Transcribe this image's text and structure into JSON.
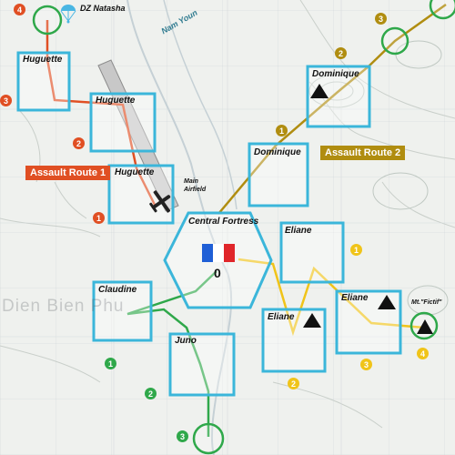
{
  "map": {
    "drop_zone_label": "DZ Natasha",
    "river_label": "Nam Youn",
    "town_label": "Dien Bien Phu",
    "airfield_label": "Main Airfield",
    "mountain_label": "Mt.\"Fictif\""
  },
  "colors": {
    "hex_border": "#3bb6da",
    "route1": "#e04f23",
    "route2": "#b08d10",
    "route_green": "#2fa84a",
    "route_yellow": "#f0c419"
  },
  "routes": {
    "route1_label": "Assault Route 1",
    "route2_label": "Assault Route 2"
  },
  "central": {
    "label": "Central Fortress",
    "score": "0",
    "flag_colors": [
      "#1f5fd6",
      "#ffffff",
      "#e0262a"
    ]
  },
  "strongpoints": [
    {
      "label": "Huguette"
    },
    {
      "label": "Huguette"
    },
    {
      "label": "Huguette"
    },
    {
      "label": "Dominique"
    },
    {
      "label": "Dominique"
    },
    {
      "label": "Eliane"
    },
    {
      "label": "Eliane"
    },
    {
      "label": "Eliane"
    },
    {
      "label": "Claudine"
    },
    {
      "label": "Juno"
    }
  ],
  "steps": {
    "route1": [
      "4",
      "3",
      "2",
      "1"
    ],
    "route2": [
      "3",
      "2",
      "1"
    ],
    "green": [
      "1",
      "2",
      "3"
    ],
    "yellow": [
      "1",
      "2",
      "3",
      "4"
    ]
  },
  "icons": {
    "parachute": "parachute-icon",
    "airplane": "airplane-icon",
    "mountain": "mountain-icon"
  }
}
